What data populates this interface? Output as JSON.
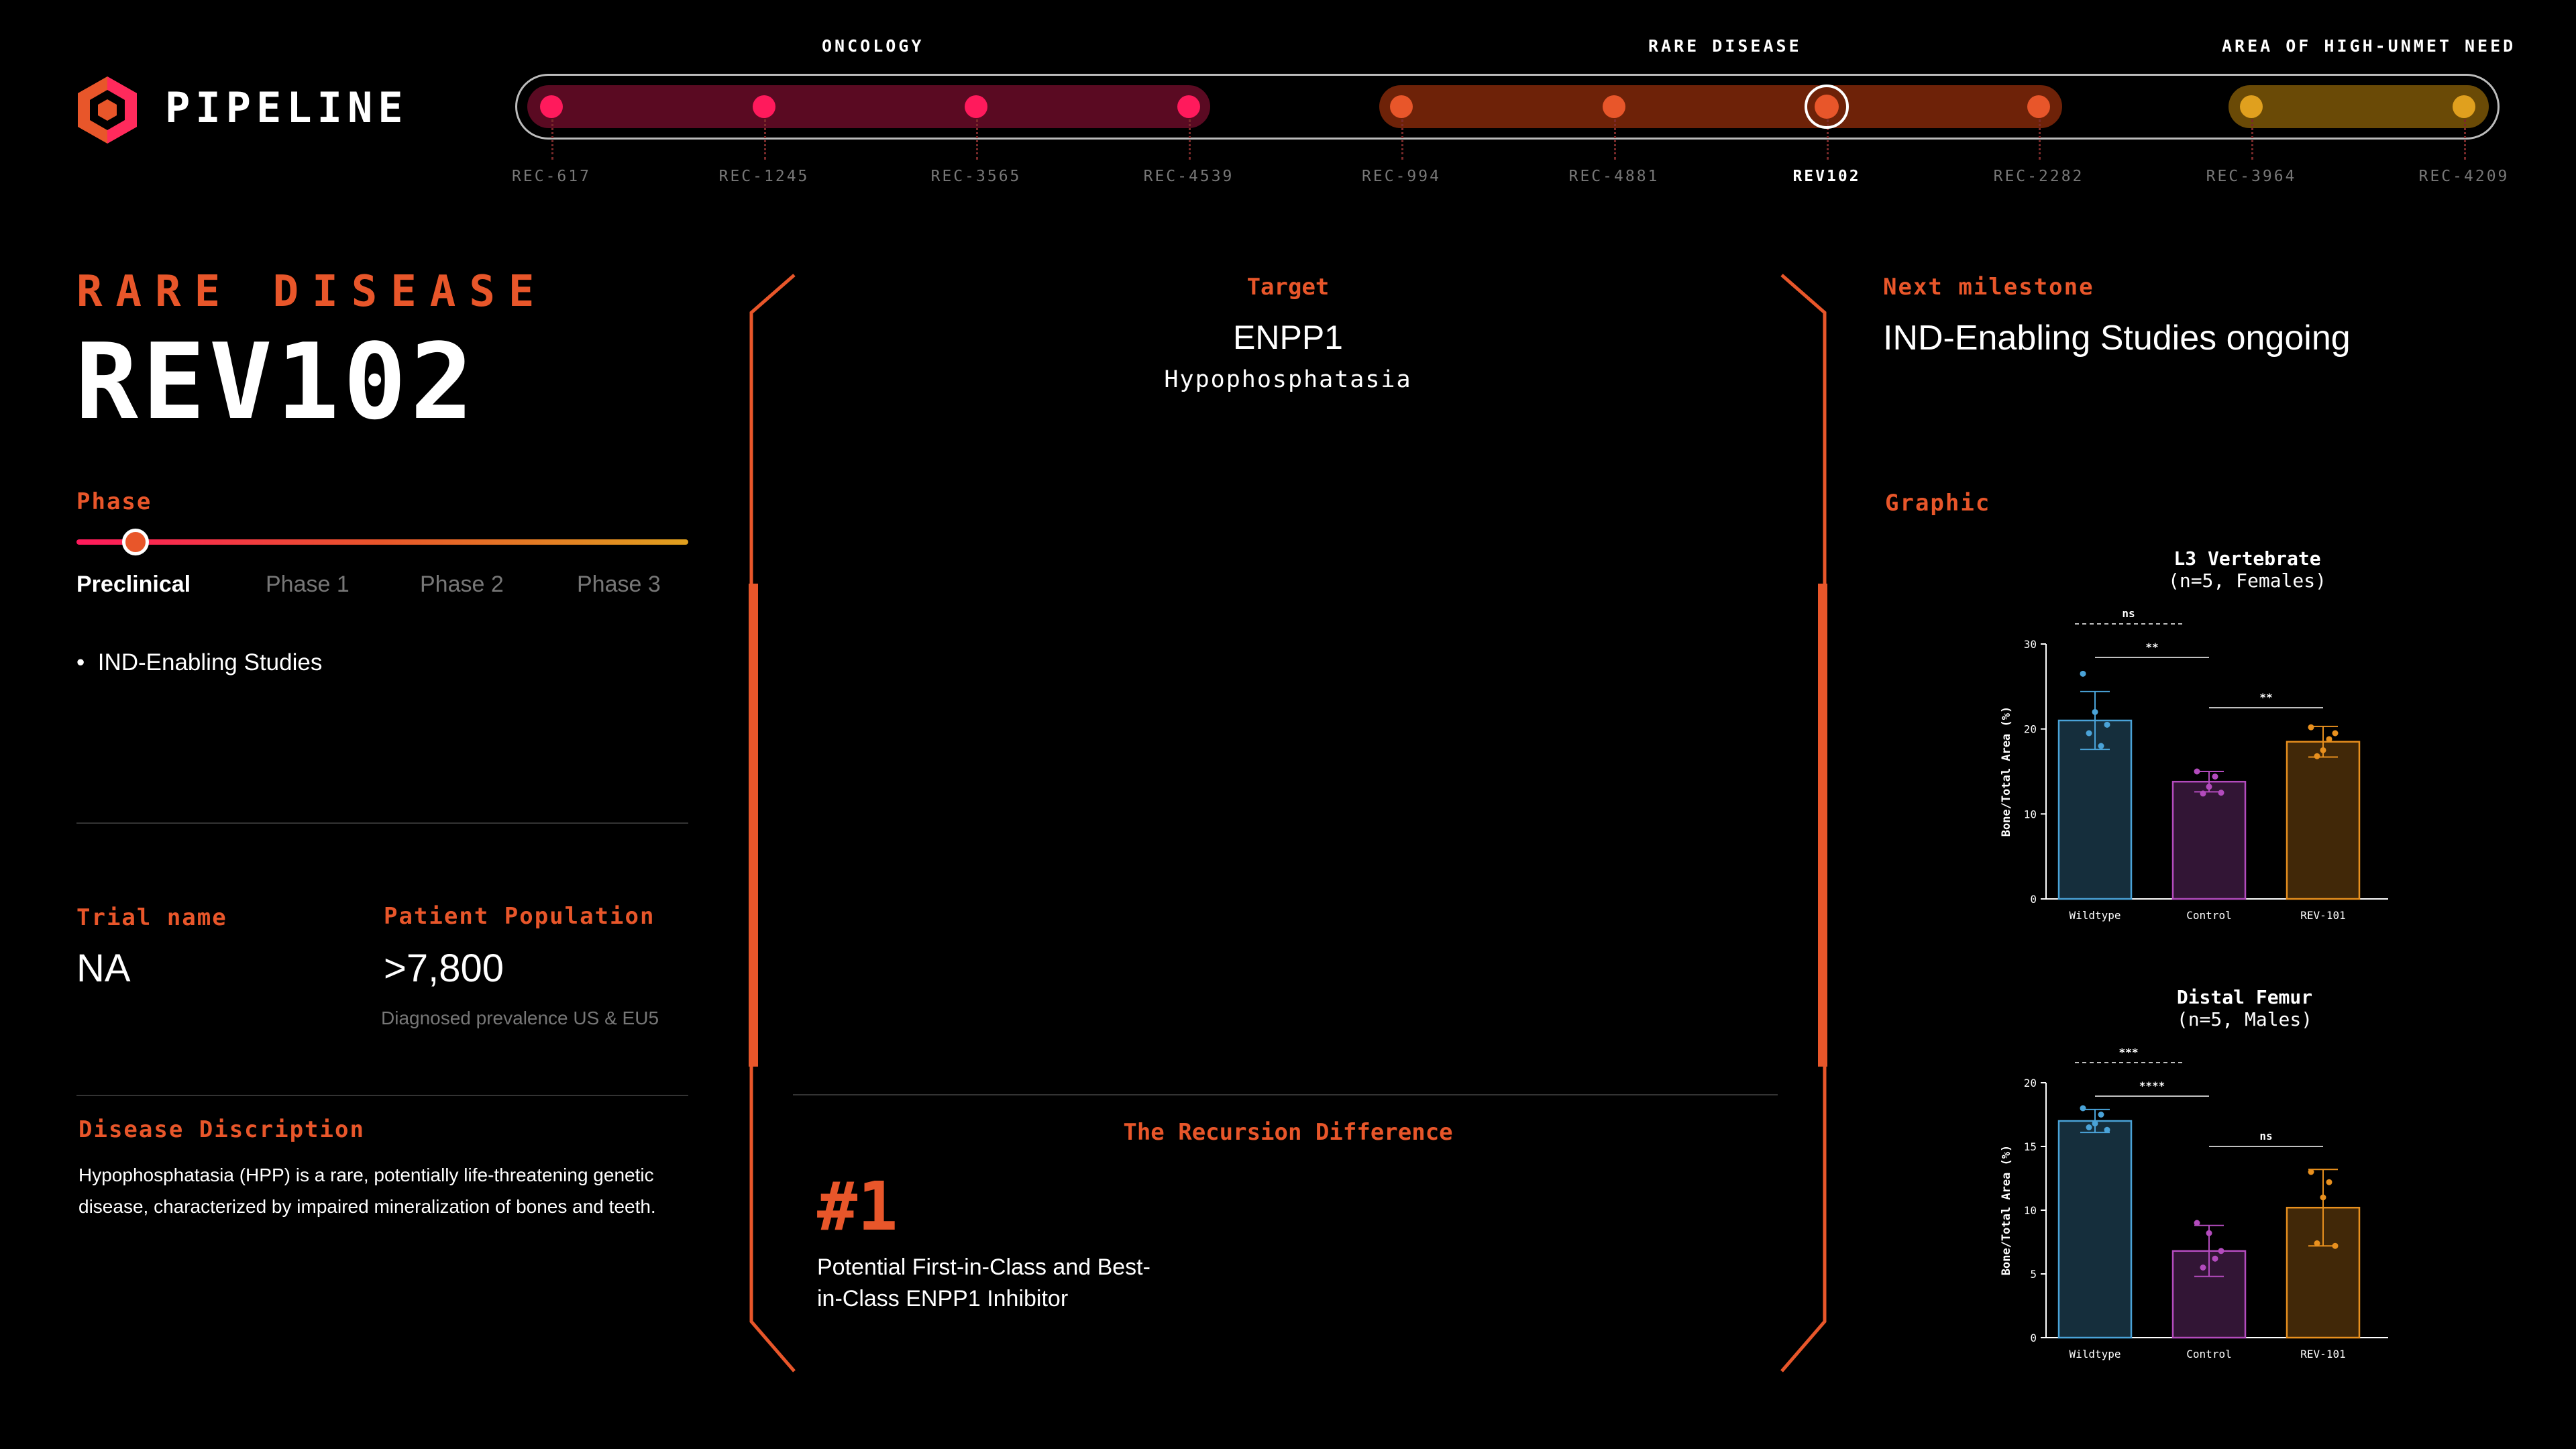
{
  "header": {
    "brand": "PIPELINE",
    "categories": [
      {
        "label": "ONCOLOGY",
        "color": "#ff1a5c"
      },
      {
        "label": "RARE DISEASE",
        "color": "#e8562a"
      },
      {
        "label": "AREA OF HIGH-UNMET NEED",
        "color": "#e0a01e"
      }
    ],
    "programs": [
      "REC-617",
      "REC-1245",
      "REC-3565",
      "REC-4539",
      "REC-994",
      "REC-4881",
      "REV102",
      "REC-2282",
      "REC-3964",
      "REC-4209"
    ],
    "active_program": "REV102"
  },
  "detail": {
    "category": "RARE DISEASE",
    "program": "REV102",
    "phase_label": "Phase",
    "phases": [
      "Preclinical",
      "Phase 1",
      "Phase 2",
      "Phase 3"
    ],
    "active_phase": "Preclinical",
    "bullets": [
      "IND-Enabling Studies"
    ],
    "trial_label": "Trial name",
    "trial_value": "NA",
    "population_label": "Patient Population",
    "population_value": ">7,800",
    "population_note": "Diagnosed prevalence US & EU5",
    "description_label": "Disease Discription",
    "description": "Hypophosphatasia (HPP) is a rare, potentially life-threatening genetic disease, characterized by impaired mineralization of bones and teeth."
  },
  "center": {
    "target_label": "Target",
    "target_value": "ENPP1",
    "target_indication": "Hypophosphatasia",
    "difference_label": "The Recursion Difference",
    "difference_number": "#1",
    "difference_text": "Potential First-in-Class and Best-in-Class ENPP1 Inhibitor"
  },
  "right": {
    "milestone_label": "Next milestone",
    "milestone_value": "IND-Enabling Studies ongoing",
    "graphic_label": "Graphic"
  },
  "chart_data": [
    {
      "type": "bar",
      "title": "L3 Vertebrate",
      "subtitle": "(n=5, Females)",
      "ylabel": "Bone/Total Area (%)",
      "categories": [
        "Wildtype",
        "Control",
        "REV-101"
      ],
      "values": [
        21,
        13.8,
        18.5
      ],
      "errors": [
        3.4,
        1.2,
        1.8
      ],
      "points": [
        [
          26.5,
          22,
          20.5,
          19.5,
          18
        ],
        [
          15,
          13.2,
          12.5,
          12.4,
          14.4
        ],
        [
          20.2,
          17.5,
          19.5,
          16.8,
          18.8
        ]
      ],
      "colors": [
        "#4aa3d8",
        "#b34bbd",
        "#e8901e"
      ],
      "ylim": [
        0,
        30
      ],
      "yticks": [
        0,
        10,
        20,
        30
      ],
      "significance": [
        {
          "from": 0,
          "to": 1,
          "label": "ns",
          "level": 0,
          "dashed": true
        },
        {
          "from": 0,
          "to": 1,
          "label": "**",
          "level": 1,
          "dashed": false
        },
        {
          "from": 1,
          "to": 2,
          "label": "**",
          "level": 2,
          "dashed": false
        }
      ]
    },
    {
      "type": "bar",
      "title": "Distal Femur",
      "subtitle": "(n=5, Males)",
      "ylabel": "Bone/Total Area (%)",
      "categories": [
        "Wildtype",
        "Control",
        "REV-101"
      ],
      "values": [
        17,
        6.8,
        10.2
      ],
      "errors": [
        0.9,
        2.0,
        3.0
      ],
      "points": [
        [
          18,
          16.8,
          16.3,
          16.5,
          17.5
        ],
        [
          9,
          8.2,
          6.8,
          5.5,
          6.2
        ],
        [
          13,
          11,
          7.2,
          7.4,
          12.2
        ]
      ],
      "colors": [
        "#4aa3d8",
        "#b34bbd",
        "#e8901e"
      ],
      "ylim": [
        0,
        20
      ],
      "yticks": [
        0,
        5,
        10,
        15,
        20
      ],
      "significance": [
        {
          "from": 0,
          "to": 1,
          "label": "***",
          "level": 0,
          "dashed": true
        },
        {
          "from": 0,
          "to": 1,
          "label": "****",
          "level": 1,
          "dashed": false
        },
        {
          "from": 1,
          "to": 2,
          "label": "ns",
          "level": 2,
          "dashed": false
        }
      ]
    }
  ]
}
